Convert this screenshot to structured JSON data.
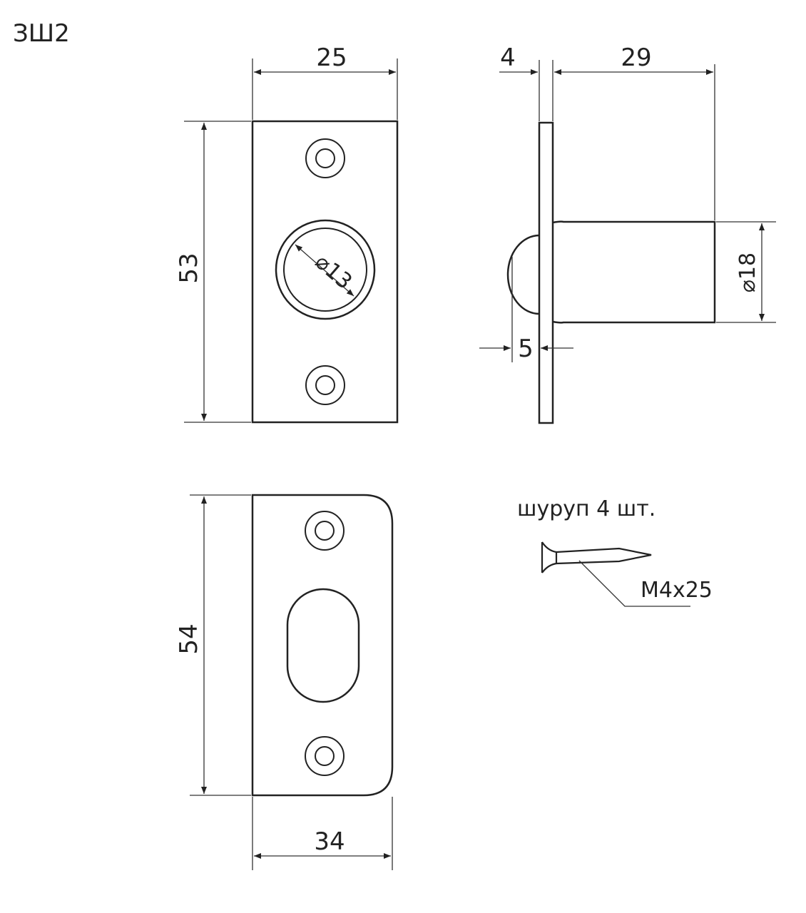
{
  "model_label": "ЗШ2",
  "front_view": {
    "width_dim": "25",
    "height_dim": "53",
    "hole_diameter_dim": "⌀13"
  },
  "side_view": {
    "plate_thickness_dim": "4",
    "body_length_dim": "29",
    "body_diameter_dim": "⌀18",
    "ball_protrusion_dim": "5"
  },
  "strike_plate": {
    "height_dim": "54",
    "width_dim": "34"
  },
  "screws": {
    "quantity_label": "шуруп 4 шт.",
    "size_label": "М4х25"
  },
  "colors": {
    "line": "#222222",
    "background": "#ffffff"
  }
}
